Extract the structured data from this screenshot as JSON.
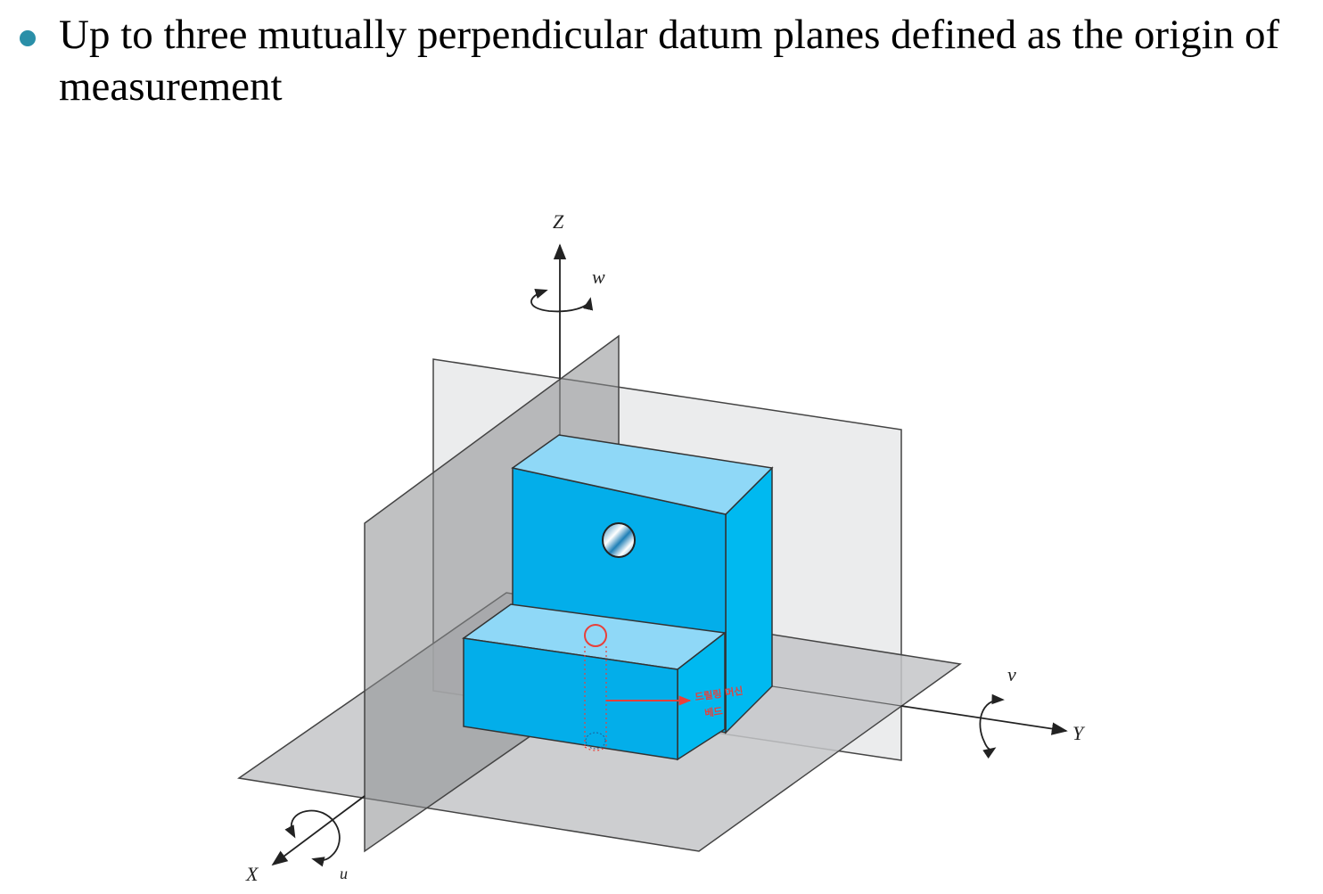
{
  "bullet": {
    "text": "Up to three mutually perpendicular datum planes defined as the origin of measurement"
  },
  "diagram": {
    "axes": {
      "z": "Z",
      "y": "Y",
      "x": "X",
      "w": "w",
      "v": "v",
      "u": "u"
    },
    "annotation": {
      "line1": "드릴링 머신",
      "line2": "베드"
    }
  },
  "colors": {
    "bullet": "#2a8fa8",
    "block_front": "#03aeea",
    "block_side": "#00b9f0",
    "block_top": "#8fd8f7",
    "plane": "#8c8e90",
    "annotation": "#e8403a"
  }
}
